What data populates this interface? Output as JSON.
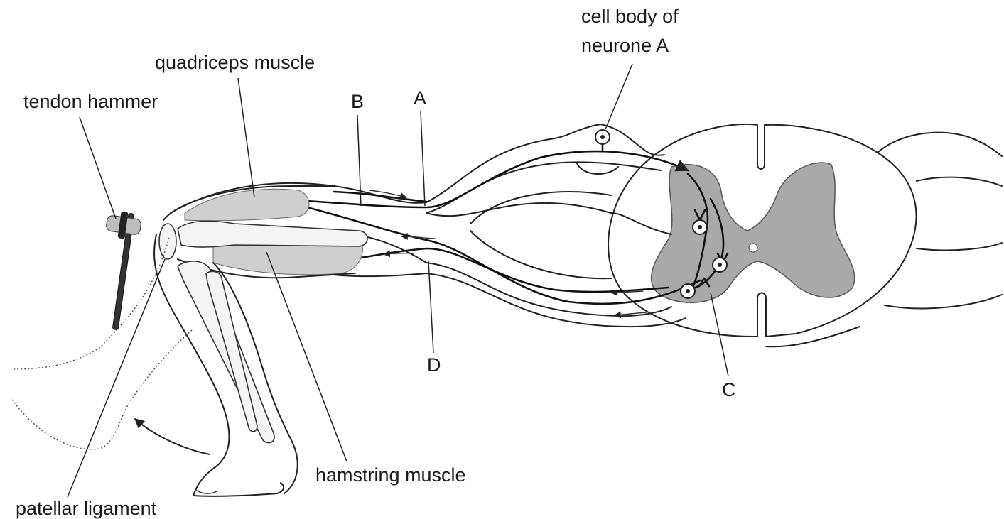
{
  "labels": {
    "cell_body": [
      "cell body of",
      "neurone A"
    ],
    "quadriceps": "quadriceps muscle",
    "tendon_hammer": "tendon hammer",
    "b": "B",
    "a": "A",
    "d": "D",
    "c": "C",
    "hamstring": "hamstring muscle",
    "patellar": "patellar ligament"
  },
  "colors": {
    "grey_matter": "#a9a9a9",
    "muscle_fill": "#cfcfcf",
    "line": "#222222"
  }
}
